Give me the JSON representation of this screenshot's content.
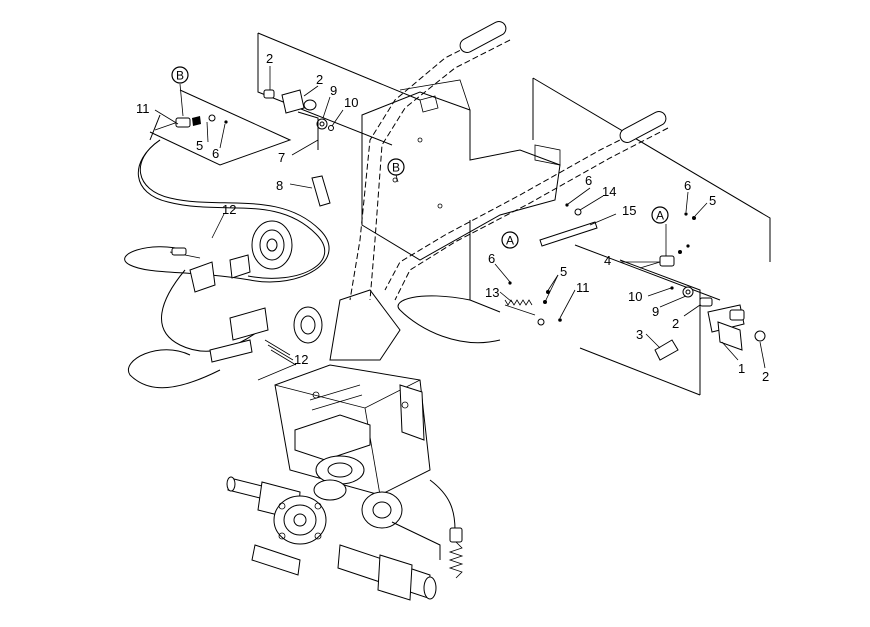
{
  "callouts": {
    "c_b_top": "B",
    "c_b_frame": "B",
    "c_a_bracket": "A",
    "c_a_right": "A"
  },
  "labels": {
    "l11_top": "11",
    "l5_top": "5",
    "l6_top": "6",
    "l2_a": "2",
    "l2_b": "2",
    "l9_top": "9",
    "l10_top": "10",
    "l7": "7",
    "l8": "8",
    "l12_top": "12",
    "l12_bot": "12",
    "l6_mid": "6",
    "l14": "14",
    "l15": "15",
    "l6_right": "6",
    "l5_right": "5",
    "l4": "4",
    "l6_left": "6",
    "l5_mid": "5",
    "l13": "13",
    "l11_mid": "11",
    "l10_right": "10",
    "l9_right": "9",
    "l2_right": "2",
    "l3": "3",
    "l1": "1",
    "l2_far": "2"
  }
}
